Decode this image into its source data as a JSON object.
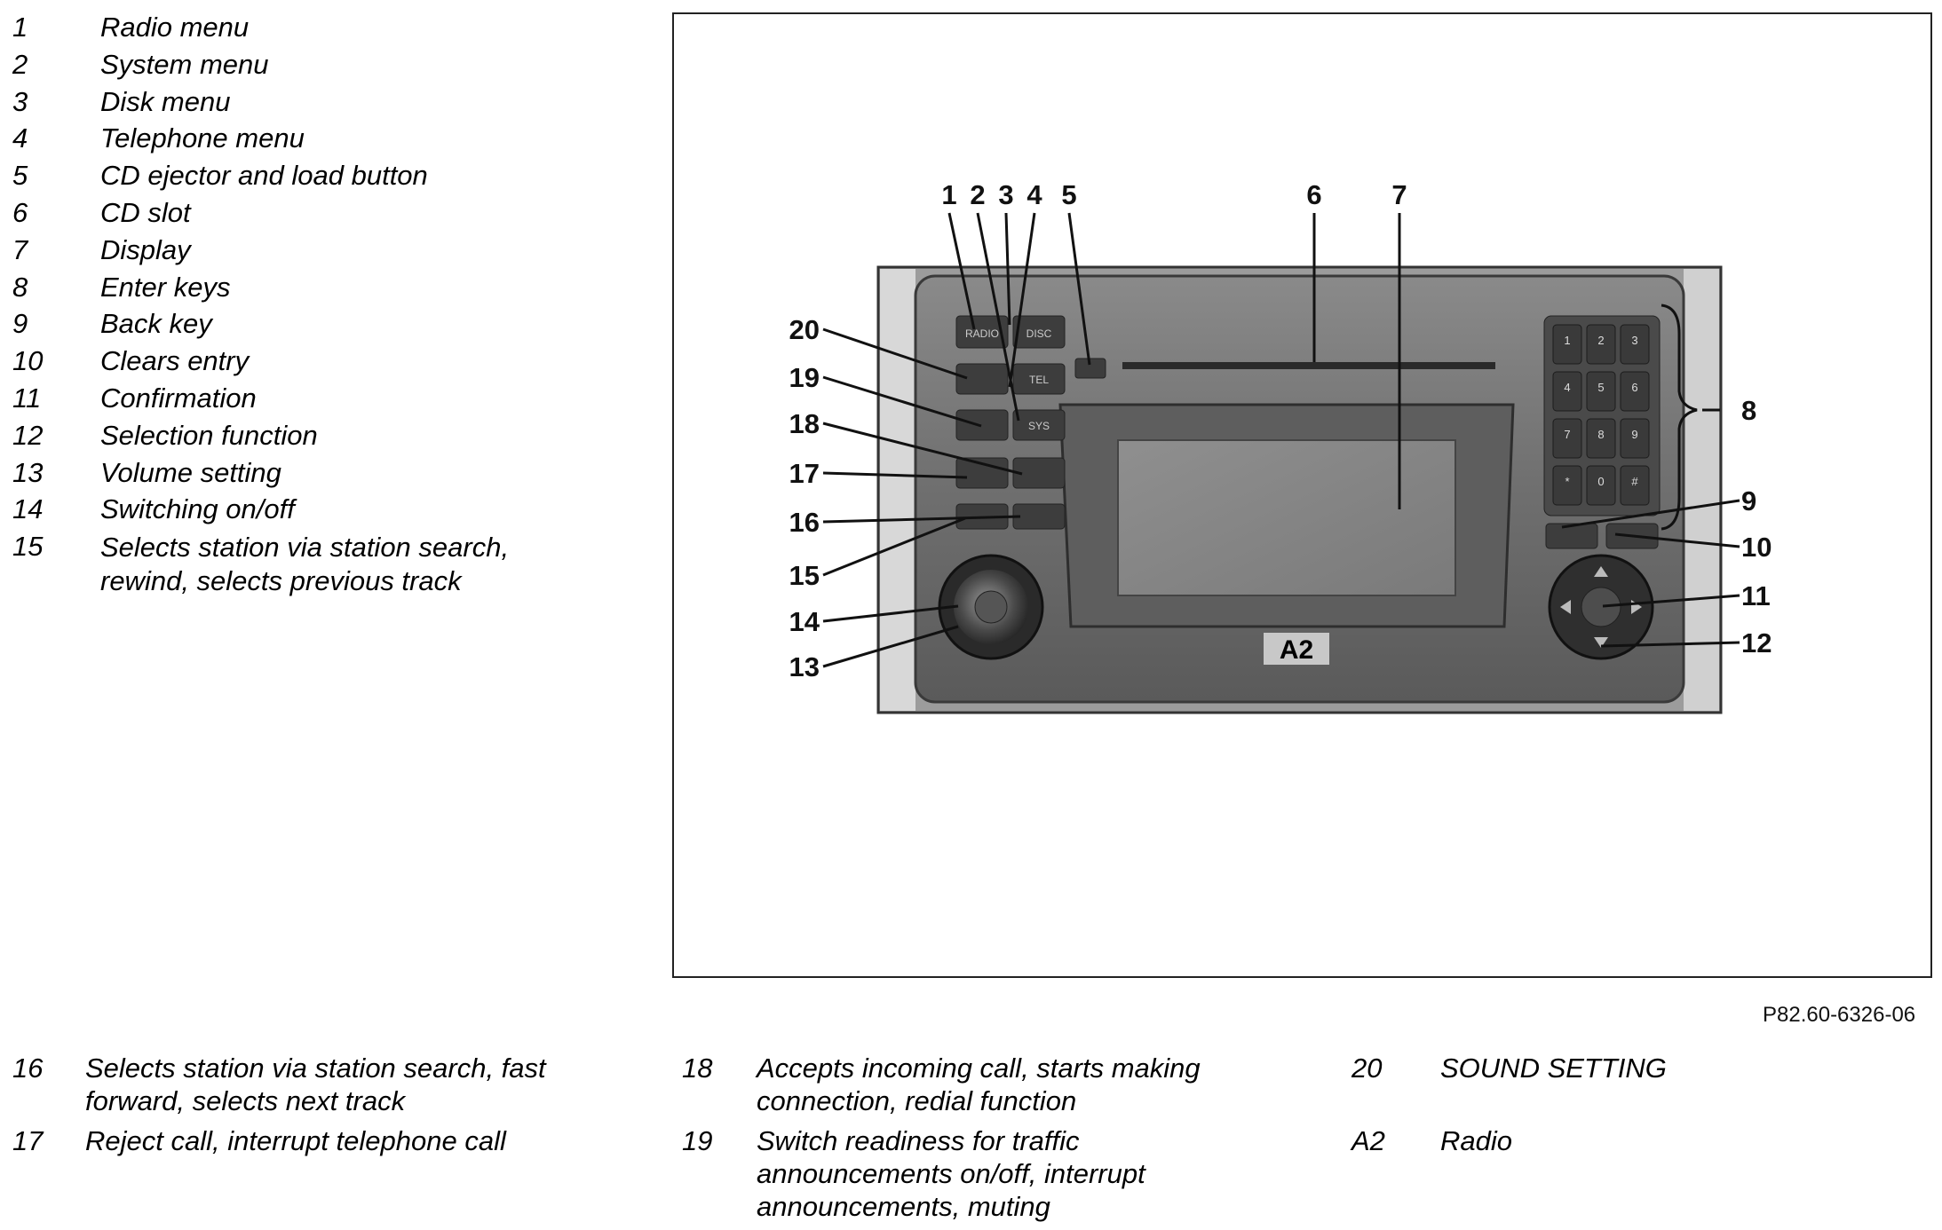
{
  "legend_top": [
    {
      "num": "1",
      "text": "Radio menu"
    },
    {
      "num": "2",
      "text": "System menu"
    },
    {
      "num": "3",
      "text": "Disk menu"
    },
    {
      "num": "4",
      "text": "Telephone menu"
    },
    {
      "num": "5",
      "text": "CD ejector and load button"
    },
    {
      "num": "6",
      "text": "CD slot"
    },
    {
      "num": "7",
      "text": "Display"
    },
    {
      "num": "8",
      "text": "Enter keys"
    },
    {
      "num": "9",
      "text": "Back key"
    },
    {
      "num": "10",
      "text": "Clears entry"
    },
    {
      "num": "11",
      "text": "Confirmation"
    },
    {
      "num": "12",
      "text": "Selection function"
    },
    {
      "num": "13",
      "text": "Volume setting"
    },
    {
      "num": "14",
      "text": "Switching on/off"
    },
    {
      "num": "15",
      "text": "Selects station via station search, rewind, selects previous track"
    }
  ],
  "legend_bottom": [
    {
      "num": "16",
      "text": "Selects station via station search, fast forward, selects next track"
    },
    {
      "num": "17",
      "text": "Reject call, interrupt telephone call"
    },
    {
      "num": "18",
      "text": "Accepts incoming call, starts making connection, redial function"
    },
    {
      "num": "19",
      "text": "Switch readiness for traffic announcements on/off, interrupt announcements, muting"
    },
    {
      "num": "20",
      "text": "SOUND SETTING"
    },
    {
      "num": "A2",
      "text": "Radio"
    }
  ],
  "figure": {
    "unit_label": "A2",
    "callouts": [
      "1",
      "2",
      "3",
      "4",
      "5",
      "6",
      "7",
      "8",
      "9",
      "10",
      "11",
      "12",
      "13",
      "14",
      "15",
      "16",
      "17",
      "18",
      "19",
      "20"
    ],
    "button_labels": {
      "radio": "RADIO",
      "disc": "DISC",
      "tel": "TEL",
      "sys": "SYS",
      "keypad": [
        "1",
        "2",
        "3",
        "4",
        "5",
        "6",
        "7",
        "8",
        "9",
        "*",
        "0",
        "#"
      ]
    }
  },
  "ref_code": "P82.60-6326-06"
}
